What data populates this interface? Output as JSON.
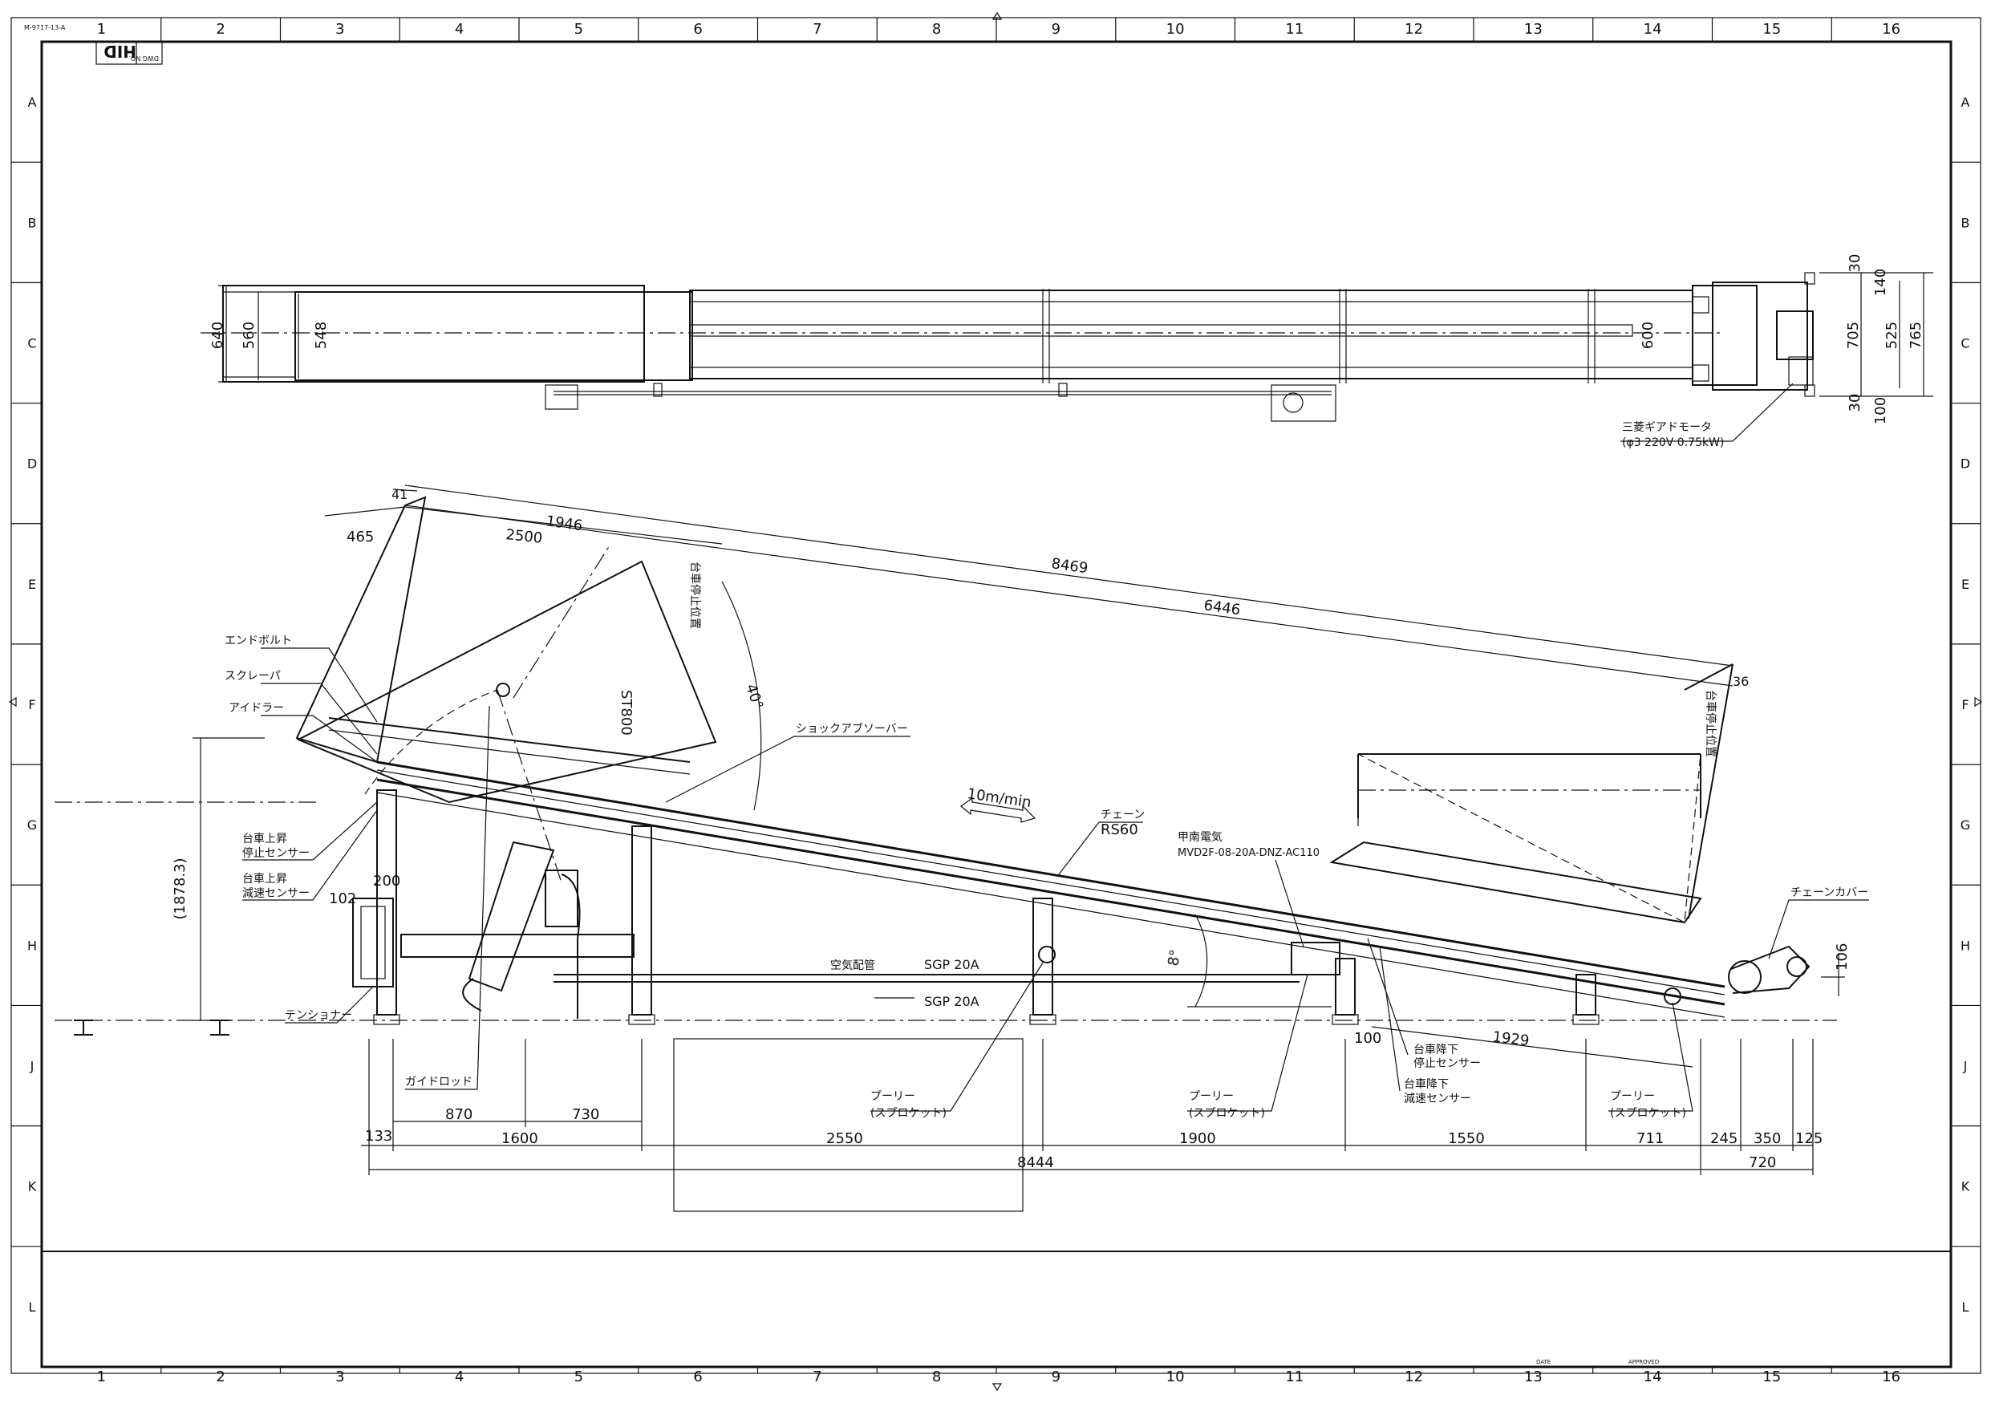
{
  "sheet": {
    "drawing_code": "M-9717-13-A",
    "dwg_no_label": "DWG NO.",
    "dwg_no_value": "HID",
    "column_numbers": [
      "1",
      "2",
      "3",
      "4",
      "5",
      "6",
      "7",
      "8",
      "9",
      "10",
      "11",
      "12",
      "13",
      "14",
      "15",
      "16"
    ],
    "row_letters": [
      "A",
      "B",
      "C",
      "D",
      "E",
      "F",
      "G",
      "H",
      "J",
      "K",
      "L"
    ],
    "title_block": {
      "date_label": "DATE",
      "approved_label": "APPROVED"
    }
  },
  "plan_view": {
    "dims": {
      "w640": "640",
      "w560": "560",
      "w548": "548",
      "w600": "600",
      "r30a": "30",
      "r140": "140",
      "r705": "705",
      "r525": "525",
      "r765": "765",
      "r30b": "30",
      "r100": "100"
    },
    "motor_label_1": "三菱ギアドモータ",
    "motor_label_2": "(φ3 220V 0.75kW)"
  },
  "side_view": {
    "dims": {
      "d41": "41",
      "d1946": "1946",
      "d465": "465",
      "d2500": "2500",
      "d8469": "8469",
      "d6446": "6446",
      "d36": "36",
      "d40deg": "40°",
      "d8deg": "8°",
      "d1878": "(1878.3)",
      "d200": "200",
      "d102": "102",
      "d100": "100",
      "d1929": "1929",
      "d106": "106",
      "b133": "133",
      "b870": "870",
      "b730": "730",
      "b1600": "1600",
      "b2550": "2550",
      "b1900": "1900",
      "b1550": "1550",
      "b711": "711",
      "b245": "245",
      "b350": "350",
      "b125": "125",
      "b8444": "8444",
      "b720": "720"
    },
    "labels": {
      "end_bolt": "エンドボルト",
      "scraper": "スクレーパ",
      "idler": "アイドラー",
      "lift_stop_sensor_1": "台車上昇",
      "lift_stop_sensor_2": "停止センサー",
      "lift_slow_sensor_1": "台車上昇",
      "lift_slow_sensor_2": "減速センサー",
      "tensioner": "テンショナー",
      "guide_rod": "ガイドロッド",
      "pulley_1a": "プーリー",
      "pulley_1b": "(スプロケット)",
      "pulley_2a": "プーリー",
      "pulley_2b": "(スプロケット)",
      "pulley_3a": "プーリー",
      "pulley_3b": "(スプロケット)",
      "shock_absorber": "ショックアブソーバー",
      "speed": "10m/min",
      "chain": "チェーン",
      "chain_type": "RS60",
      "maker": "甲南電気",
      "model": "MVD2F-08-20A-DNZ-AC110",
      "air_pipe": "空気配管",
      "pipe_1": "SGP 20A",
      "pipe_2": "SGP 20A",
      "lower_stop_sensor_1": "台車降下",
      "lower_stop_sensor_2": "停止センサー",
      "lower_slow_sensor_1": "台車降下",
      "lower_slow_sensor_2": "減速センサー",
      "chain_cover": "チェーンカバー",
      "stop_pos_1": "台車停止位置",
      "stop_pos_2": "台車停止位置",
      "stroke": "ST800"
    }
  }
}
